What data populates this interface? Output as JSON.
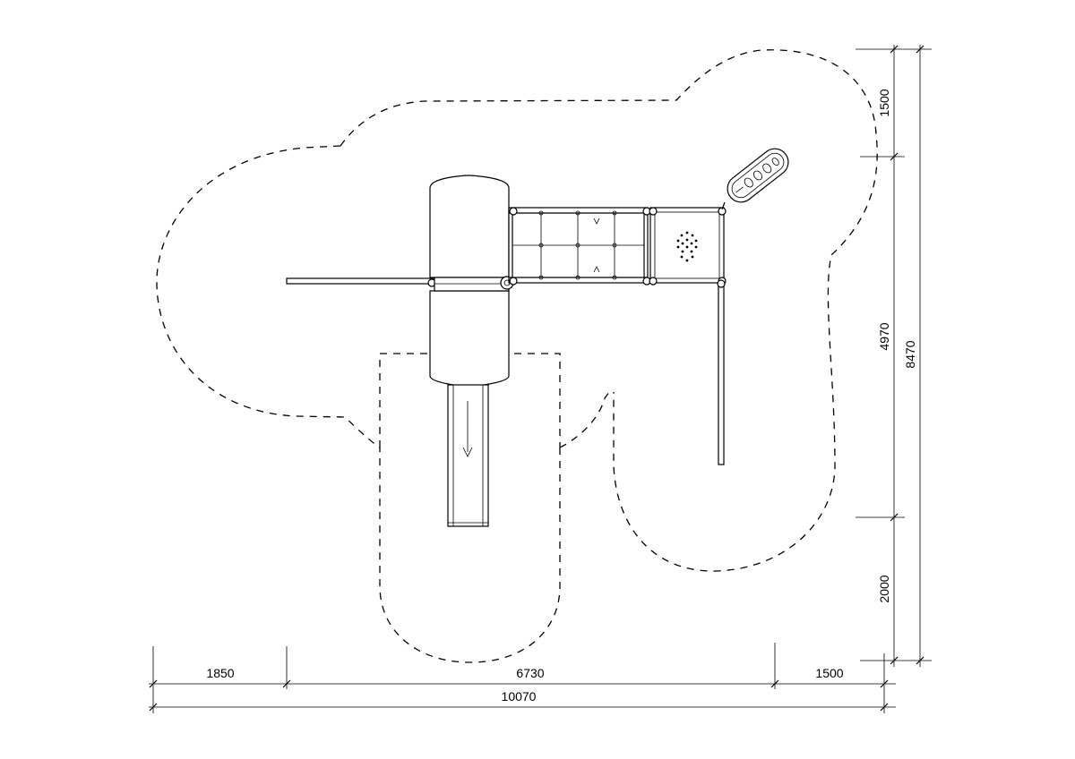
{
  "dimensions": {
    "bottom": {
      "left_offset": "1850",
      "middle_span": "6730",
      "right_offset": "1500",
      "total_width": "10070"
    },
    "right": {
      "top_offset": "1500",
      "middle_span": "4970",
      "bottom_offset": "2000",
      "total_height": "8470"
    }
  }
}
